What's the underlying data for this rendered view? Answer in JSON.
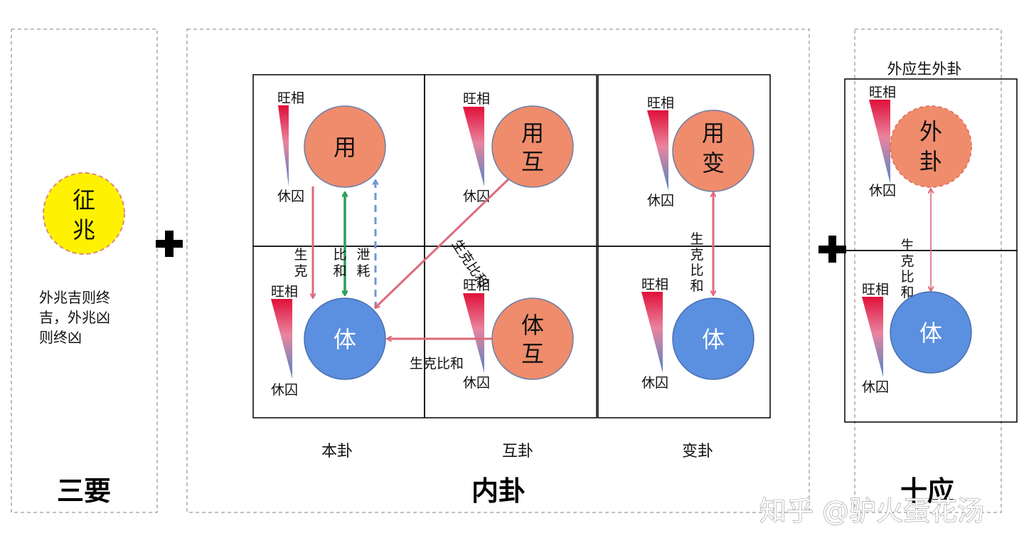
{
  "colors": {
    "yong": "#EF8C6C",
    "ti": "#5B8FE0",
    "zhengzhao": "#FFF200",
    "arrow_red": "#DE6A7C",
    "arrow_green": "#2E9E5B",
    "arrow_blue": "#6F96D6",
    "grad_top": "#E0103A",
    "grad_bottom": "#4F86C6"
  },
  "gauge": {
    "top_label": "旺相",
    "bottom_label": "休囚"
  },
  "sections": {
    "sanyao": {
      "title": "三要",
      "circle_line1": "征",
      "circle_line2": "兆",
      "note_lines": [
        "外兆吉则终",
        "吉，外兆凶",
        "则终凶"
      ]
    },
    "neigua": {
      "title": "内卦",
      "col_labels": [
        "本卦",
        "互卦",
        "变卦"
      ]
    },
    "shiying": {
      "title": "十应",
      "top_caption": "外应生外卦",
      "outer_line1": "外",
      "outer_line2": "卦",
      "ti": "体",
      "relation": "生克比和"
    }
  },
  "circles": {
    "yong": "用",
    "ti": "体",
    "hu": "互",
    "bian": "变"
  },
  "relations": {
    "shengke": "生克",
    "bihe": "比和",
    "xiehao": "泄耗",
    "shengkebihe": "生克比和"
  },
  "watermark": "知乎 @驴火蛋花汤"
}
